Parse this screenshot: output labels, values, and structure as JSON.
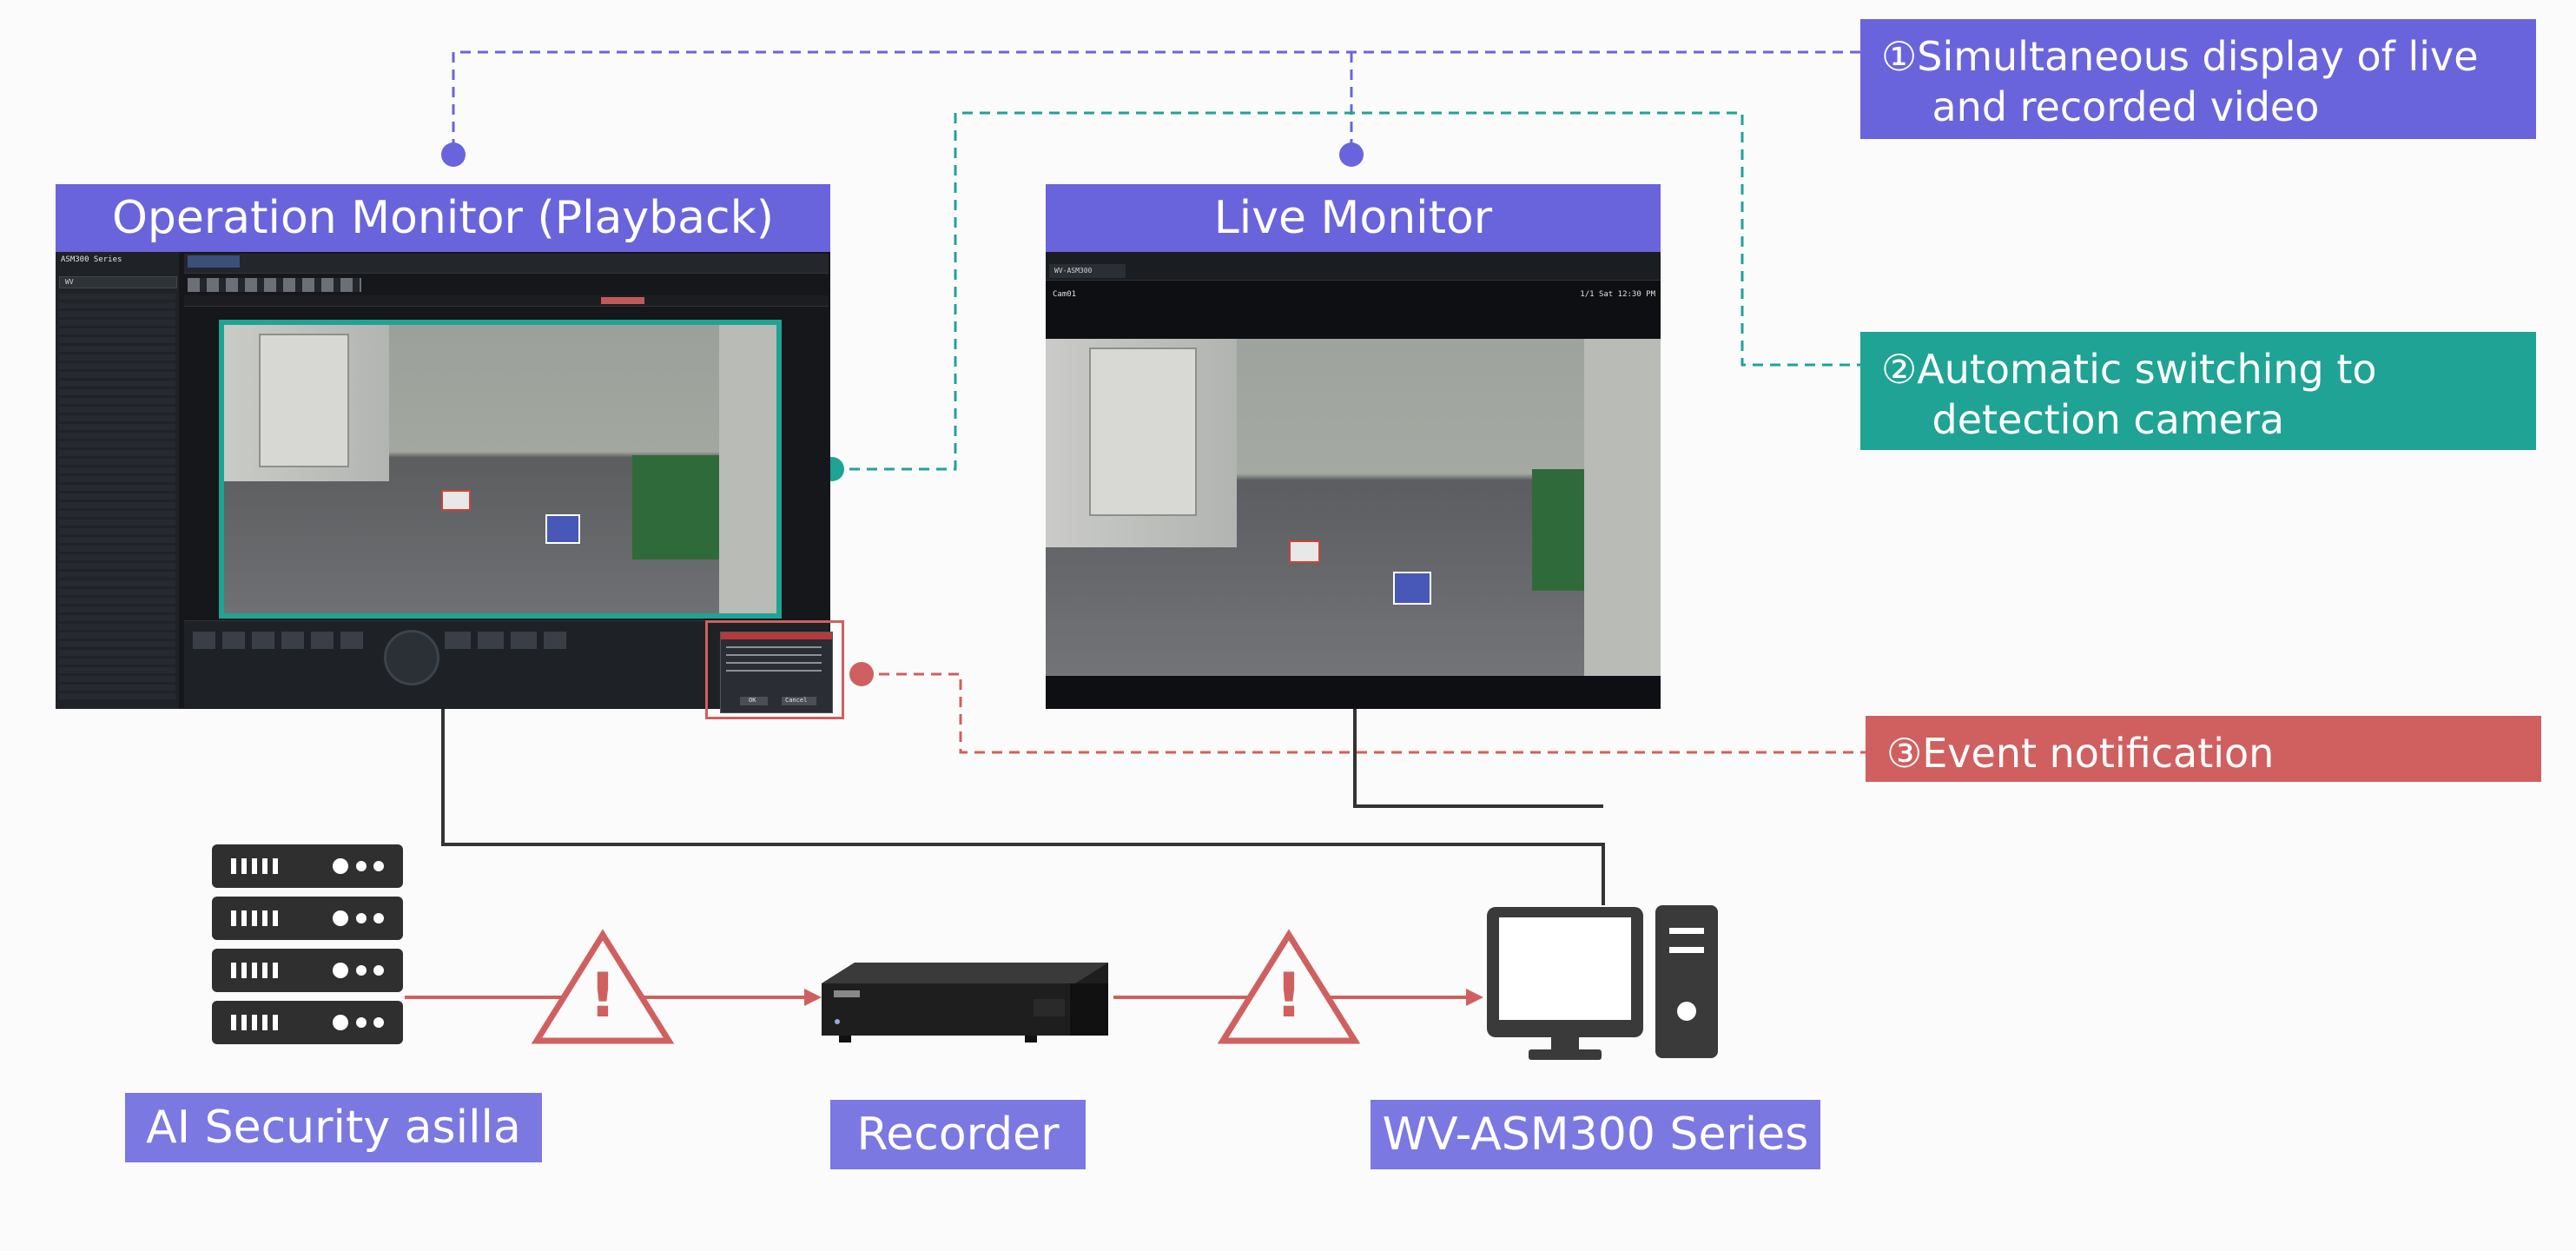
{
  "monitors": {
    "operation": {
      "title": "Operation Monitor (Playback)",
      "app_name": "ASM300 Series",
      "search_value": "WV",
      "notification_ok": "OK",
      "notification_cancel": "Cancel"
    },
    "live": {
      "title": "Live Monitor",
      "tab_label": "WV-ASM300",
      "camera_label": "Cam01",
      "timestamp": "1/1 Sat 12:30 PM"
    }
  },
  "callouts": [
    {
      "text": "①Simultaneous display of live\n    and recorded video",
      "color": "#6a64dc"
    },
    {
      "text": "②Automatic switching to\n    detection camera",
      "color": "#1fa394"
    },
    {
      "text": "③Event notification",
      "color": "#d0605f"
    }
  ],
  "devices": {
    "ai_label": "AI Security asilla",
    "recorder_label": "Recorder",
    "pc_label": "WV-ASM300 Series"
  },
  "colors": {
    "purple": "#6a64dc",
    "teal": "#1fa394",
    "red": "#d0605f"
  }
}
